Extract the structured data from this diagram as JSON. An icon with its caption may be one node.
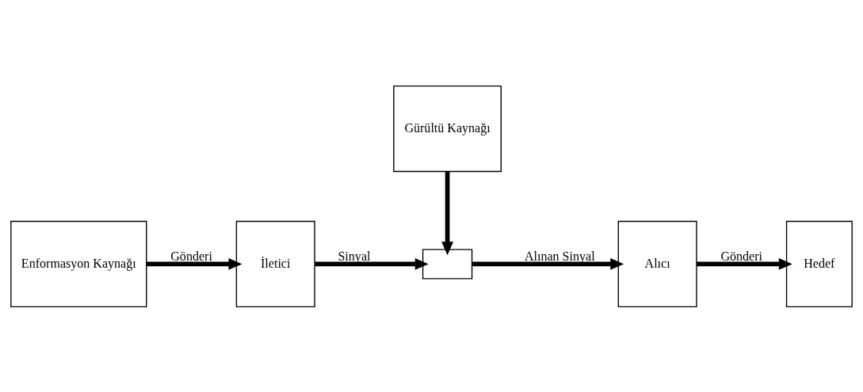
{
  "diagram": {
    "nodes": [
      {
        "text": [
          "Enformasyon Kaynağı"
        ]
      },
      {
        "text": [
          "İletici"
        ]
      },
      {
        "text": [],
        "shape": "box"
      },
      {
        "text": [
          "Alıcı"
        ]
      },
      {
        "text": [
          "Hedef"
        ]
      },
      {
        "text": [
          "Gürültü Kaynağı"
        ]
      }
    ],
    "edges": [
      {
        "from": 0,
        "to": 1,
        "arrow": "to",
        "label": "Gönderi"
      },
      {
        "from": 1,
        "to": 2,
        "arrow": "to",
        "label": "Sinyal"
      },
      {
        "from": 2,
        "to": 3,
        "arrow": "to",
        "label": "Alınan Sinyal"
      },
      {
        "from": 3,
        "to": 4,
        "arrow": "to",
        "label": "Gönderi"
      },
      {
        "from": 5,
        "to": 2,
        "arrow": "to"
      }
    ]
  }
}
